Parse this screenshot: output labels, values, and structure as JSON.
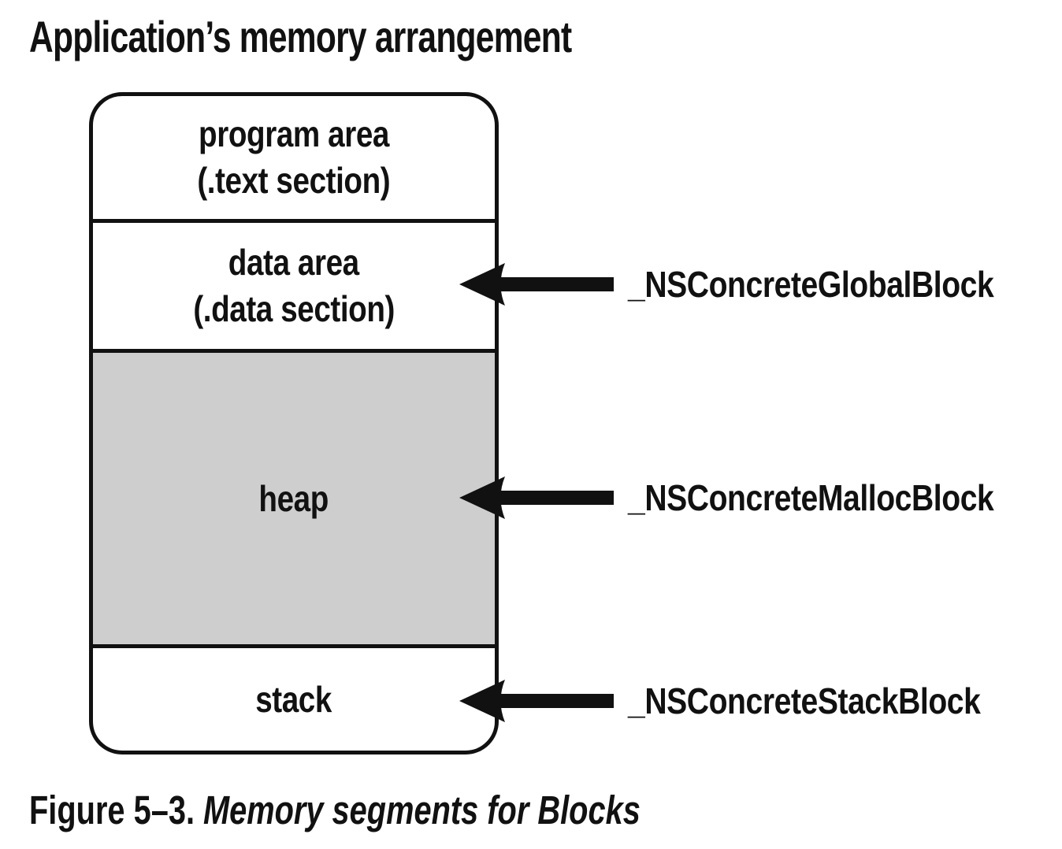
{
  "title": "Application’s memory arrangement",
  "diagram": {
    "sections": [
      {
        "id": "program",
        "line1": "program area",
        "line2": "(.text section)",
        "fill": "#ffffff"
      },
      {
        "id": "data",
        "line1": "data area",
        "line2": "(.data section)",
        "fill": "#ffffff"
      },
      {
        "id": "heap",
        "line1": "heap",
        "line2": "",
        "fill": "#cecece"
      },
      {
        "id": "stack",
        "line1": "stack",
        "line2": "",
        "fill": "#ffffff"
      }
    ],
    "annotations": [
      {
        "target": "data area",
        "label": "_NSConcreteGlobalBlock"
      },
      {
        "target": "heap",
        "label": "_NSConcreteMallocBlock"
      },
      {
        "target": "stack",
        "label": "_NSConcreteStackBlock"
      }
    ],
    "colors": {
      "line": "#111111",
      "text": "#111111",
      "heap_fill": "#cecece",
      "background": "#ffffff"
    }
  },
  "caption": {
    "prefix": "Figure 5–3.",
    "text": "Memory segments for Blocks"
  }
}
